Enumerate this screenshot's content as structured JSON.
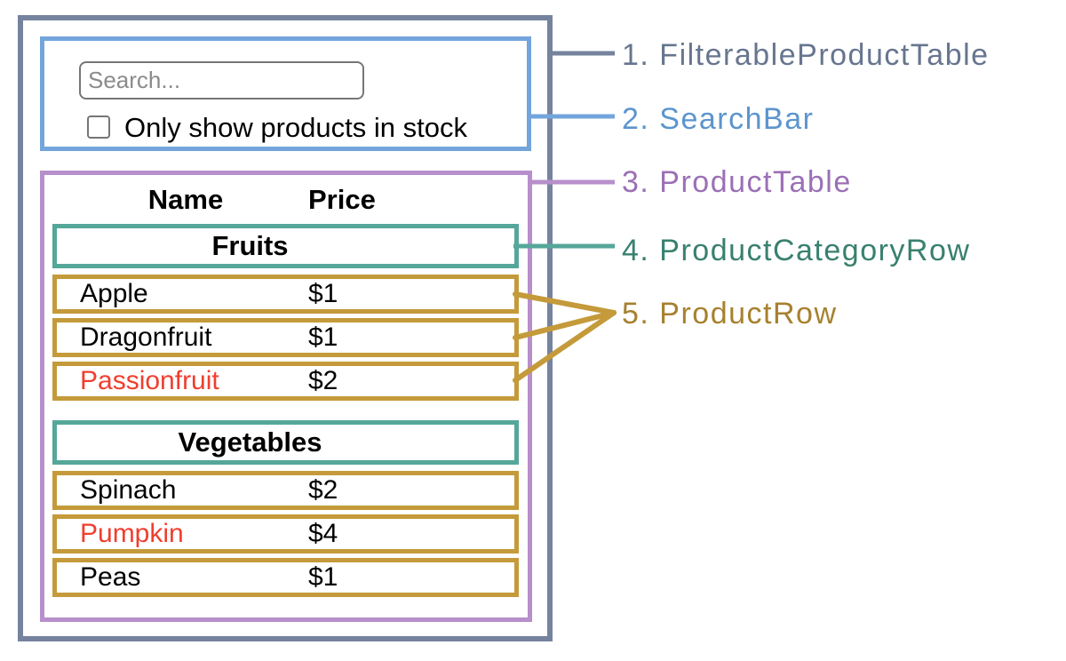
{
  "colors": {
    "filterable_product_table": "#76839E",
    "search_bar": "#73A5DC",
    "product_table": "#B78FCB",
    "product_category_row": "#55A79A",
    "product_row": "#C49A3A",
    "label_filterable_product_table": "#67758F",
    "label_search_bar": "#5C95CE",
    "label_product_table": "#9B70B6",
    "label_product_category_row": "#39806F",
    "label_product_row": "#A7812F",
    "highlight_red": "#F03E2F"
  },
  "search_bar": {
    "placeholder": "Search...",
    "checkbox_label": "Only show products in stock",
    "checkbox_checked": false
  },
  "product_table": {
    "headers": {
      "name": "Name",
      "price": "Price"
    },
    "rows": [
      {
        "type": "category",
        "label": "Fruits"
      },
      {
        "type": "product",
        "name": "Apple",
        "price": "$1",
        "highlight": false
      },
      {
        "type": "product",
        "name": "Dragonfruit",
        "price": "$1",
        "highlight": false
      },
      {
        "type": "product",
        "name": "Passionfruit",
        "price": "$2",
        "highlight": true
      },
      {
        "type": "category",
        "label": "Vegetables"
      },
      {
        "type": "product",
        "name": "Spinach",
        "price": "$2",
        "highlight": false
      },
      {
        "type": "product",
        "name": "Pumpkin",
        "price": "$4",
        "highlight": true
      },
      {
        "type": "product",
        "name": "Peas",
        "price": "$1",
        "highlight": false
      }
    ]
  },
  "legend": {
    "items": [
      {
        "text": "1. FilterableProductTable",
        "color_key": "label_filterable_product_table"
      },
      {
        "text": "2. SearchBar",
        "color_key": "label_search_bar"
      },
      {
        "text": "3. ProductTable",
        "color_key": "label_product_table"
      },
      {
        "text": "4. ProductCategoryRow",
        "color_key": "label_product_category_row"
      },
      {
        "text": "5. ProductRow",
        "color_key": "label_product_row"
      }
    ]
  }
}
